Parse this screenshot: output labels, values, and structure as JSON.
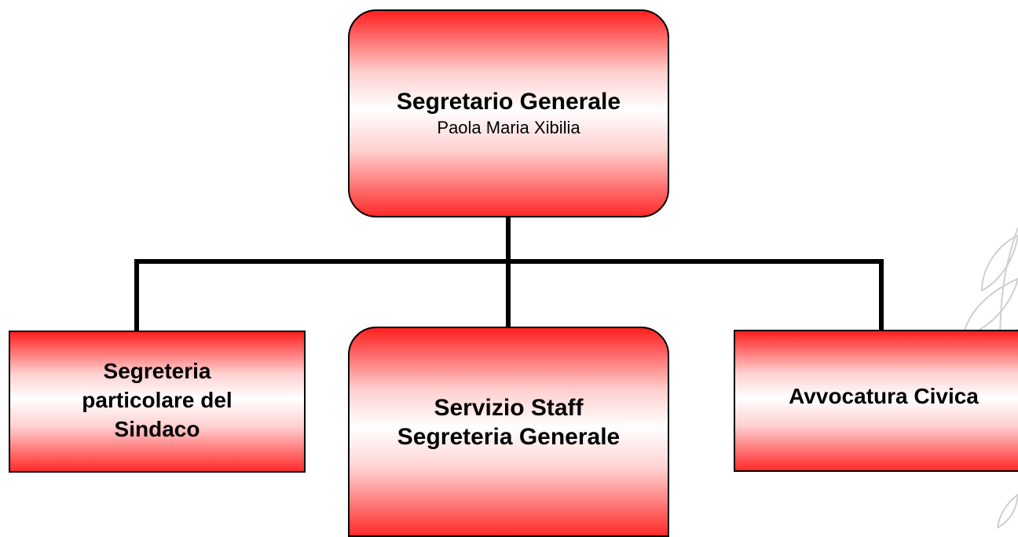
{
  "chart": {
    "root": {
      "title": "Segretario Generale",
      "subtitle": "Paola Maria Xibilia"
    },
    "children": [
      {
        "lines": [
          "Segreteria",
          "particolare del",
          "Sindaco"
        ]
      },
      {
        "lines": [
          "Servizio Staff",
          "Segreteria Generale"
        ]
      },
      {
        "lines": [
          "Avvocatura Civica"
        ]
      }
    ]
  },
  "colors": {
    "box_red": "#ff1f1f",
    "box_white": "#ffffff",
    "connector": "#000000",
    "watermark": "#c8c8c8"
  },
  "icons": {
    "watermark": "laurel-branch-icon"
  }
}
